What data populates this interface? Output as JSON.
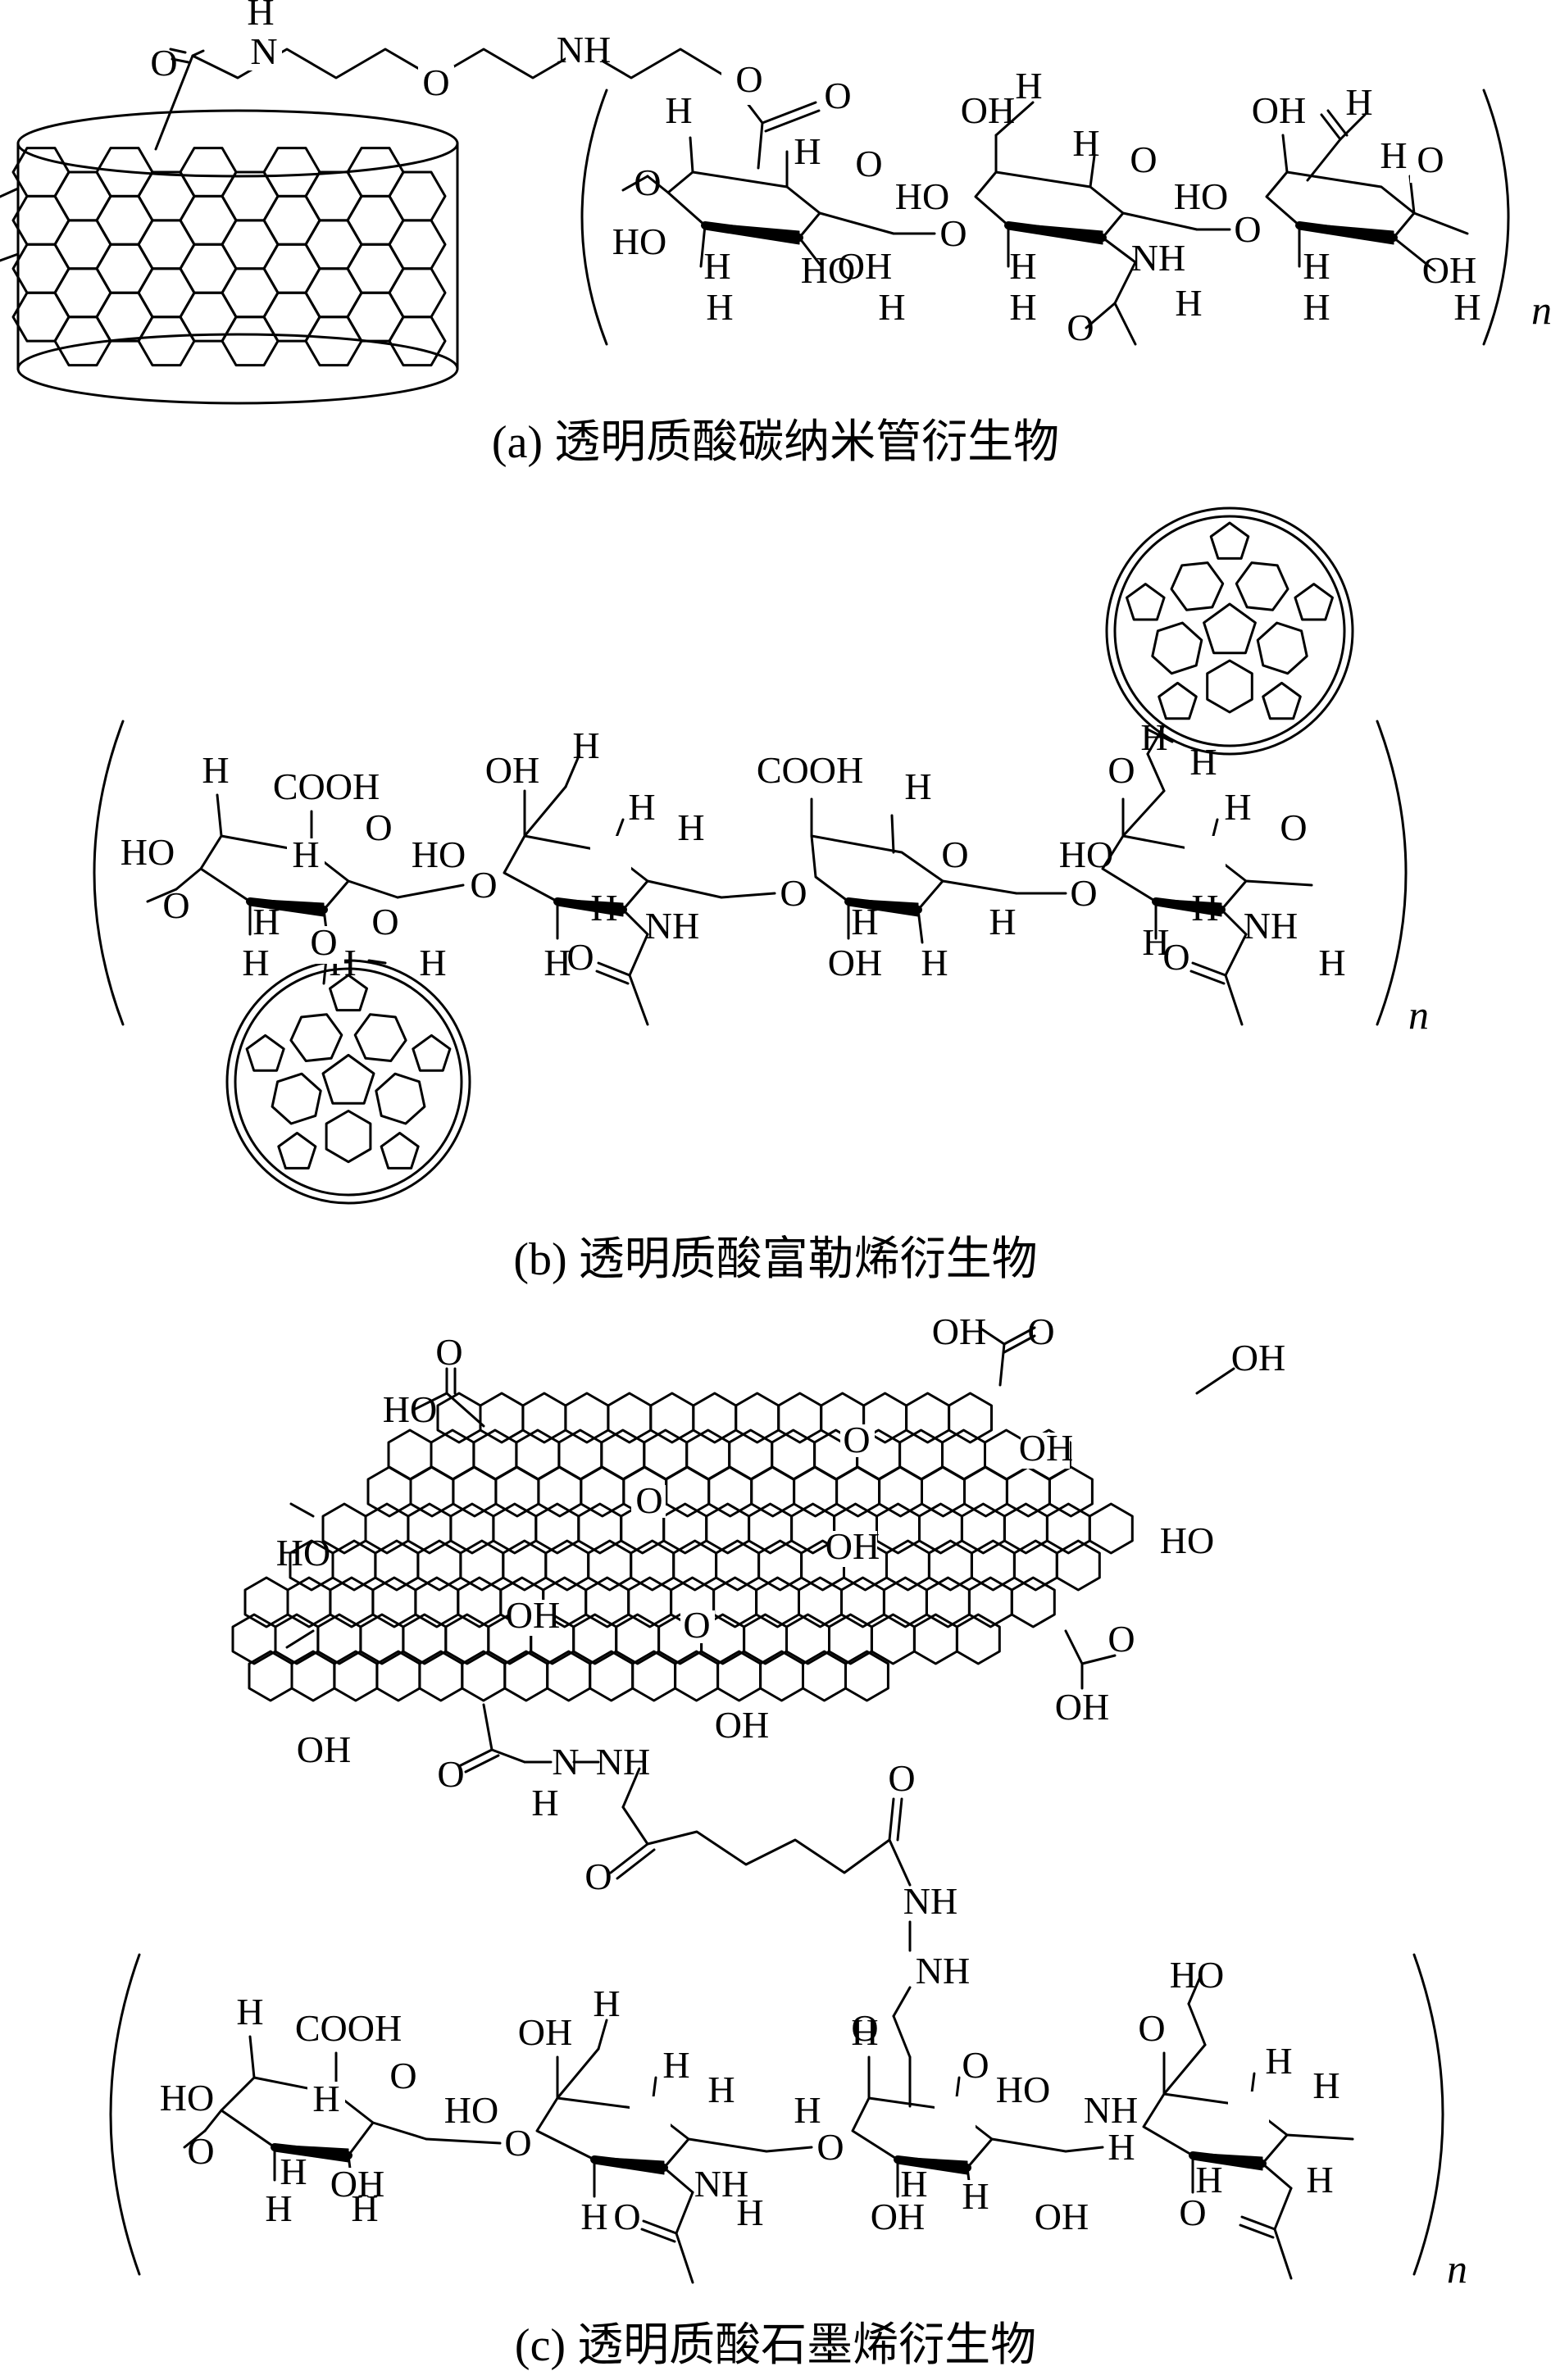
{
  "panels": [
    {
      "id": "a",
      "caption": "(a) 透明质酸碳纳米管衍生物",
      "linker_labels": [
        "H",
        "N",
        "O",
        "O",
        "NH",
        "O",
        "O"
      ],
      "polymer": {
        "repeat_subscript": "n",
        "labels": [
          "O",
          "H",
          "HO",
          "H",
          "H",
          "O",
          "HO",
          "OH",
          "H",
          "H",
          "OH",
          "H",
          "O",
          "HO",
          "H",
          "H",
          "NH",
          "H",
          "O",
          "H",
          "O",
          "OH",
          "H",
          "O",
          "HO",
          "H",
          "H",
          "OH",
          "H",
          "O",
          "H"
        ]
      }
    },
    {
      "id": "b",
      "caption": "(b) 透明质酸富勒烯衍生物",
      "polymer": {
        "repeat_subscript": "n",
        "labels": [
          "H",
          "COOH",
          "H",
          "O",
          "HO",
          "O",
          "H",
          "H",
          "O",
          "H",
          "O",
          "H",
          "OH",
          "H",
          "O",
          "HO",
          "H",
          "H",
          "NH",
          "H",
          "O",
          "H",
          "COOH",
          "H",
          "O",
          "O",
          "H",
          "H",
          "OH",
          "H",
          "O",
          "O",
          "H",
          "H",
          "O",
          "HO",
          "H",
          "H",
          "NH",
          "H",
          "O",
          "H"
        ]
      }
    },
    {
      "id": "c",
      "caption": "(c) 透明质酸石墨烯衍生物",
      "graphene_labels": [
        "HO",
        "O",
        "O",
        "OH",
        "O",
        "OH",
        "O",
        "OH",
        "OH",
        "HO",
        "O",
        "OH",
        "HO",
        "O",
        "OH",
        "OH",
        "OH",
        "O",
        "N",
        "NH",
        "H",
        "O",
        "O",
        "NH",
        "NH",
        "O"
      ],
      "polymer": {
        "repeat_subscript": "n",
        "labels": [
          "H",
          "COOH",
          "H",
          "O",
          "HO",
          "O",
          "H",
          "H",
          "OH",
          "H",
          "OH",
          "H",
          "O",
          "HO",
          "H",
          "H",
          "NH",
          "H",
          "O",
          "H",
          "H",
          "O",
          "O",
          "HO",
          "H",
          "H",
          "OH",
          "H",
          "OH",
          "H",
          "O",
          "HO",
          "H",
          "H",
          "NH",
          "H",
          "O",
          "H"
        ]
      }
    }
  ]
}
